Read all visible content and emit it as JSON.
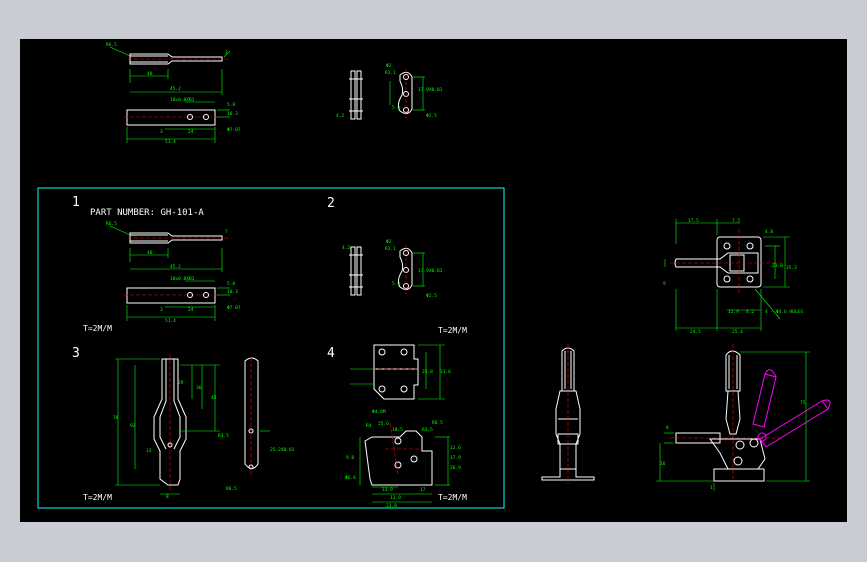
{
  "colors": {
    "background": "#000000",
    "frame": "#00ffff",
    "geometry": "#ffffff",
    "dimension": "#00ff00",
    "centerline": "#ff0000",
    "magenta": "#ff00ff",
    "page": "#c9ccd2"
  },
  "panel": {
    "section_numbers": [
      "1",
      "2",
      "3",
      "4"
    ],
    "part_number": "PART NUMBER: GH-101-A",
    "thickness_labels": [
      "T=2M/M",
      "T=2M/M",
      "T=2M/M",
      "T=2M/M"
    ]
  },
  "dimensions": {
    "top_bar": [
      "R6.5",
      "40",
      "45.2",
      "7"
    ],
    "top_plate": [
      "3",
      "24",
      "51.4",
      "5.8",
      "10.3",
      "10x0.8XB1",
      "Φ7.07"
    ],
    "top_link": [
      "Φ2",
      "R3.1",
      "4.2",
      "5.9",
      "Φ2.5",
      "17.9X0.81"
    ],
    "p1_bar": [
      "R6.5",
      "40",
      "45.2",
      "7"
    ],
    "p1_plate": [
      "3",
      "24",
      "51.4",
      "5.8",
      "10.3",
      "10x0.8XB1",
      "Φ7.07"
    ],
    "p2_link": [
      "Φ2",
      "R3.1",
      "4.2",
      "5.9",
      "Φ2.5",
      "17.9X0.81"
    ],
    "p3_handle": [
      "70",
      "92",
      "29",
      "36",
      "45",
      "13",
      "8",
      "R3.5",
      "R6.5",
      "25.2X0.81"
    ],
    "p4_base": [
      "25.8",
      "31.6",
      "Φ4.8M",
      "25.6",
      "18.5",
      "9.8",
      "R3.5",
      "R4",
      "R6.5",
      "13.9",
      "17",
      "13.9",
      "23.8",
      "12.6",
      "17.9",
      "26.9",
      "Φ6.6"
    ],
    "assembly_top": [
      "17.5",
      "7.5",
      "4.8",
      "23.8",
      "35.3",
      "9",
      "12.9",
      "4.2",
      "24.5",
      "25.4",
      "4 - Φ4.6 HOLES"
    ],
    "assembly_side": [
      "75",
      "8",
      "16",
      "1"
    ]
  }
}
